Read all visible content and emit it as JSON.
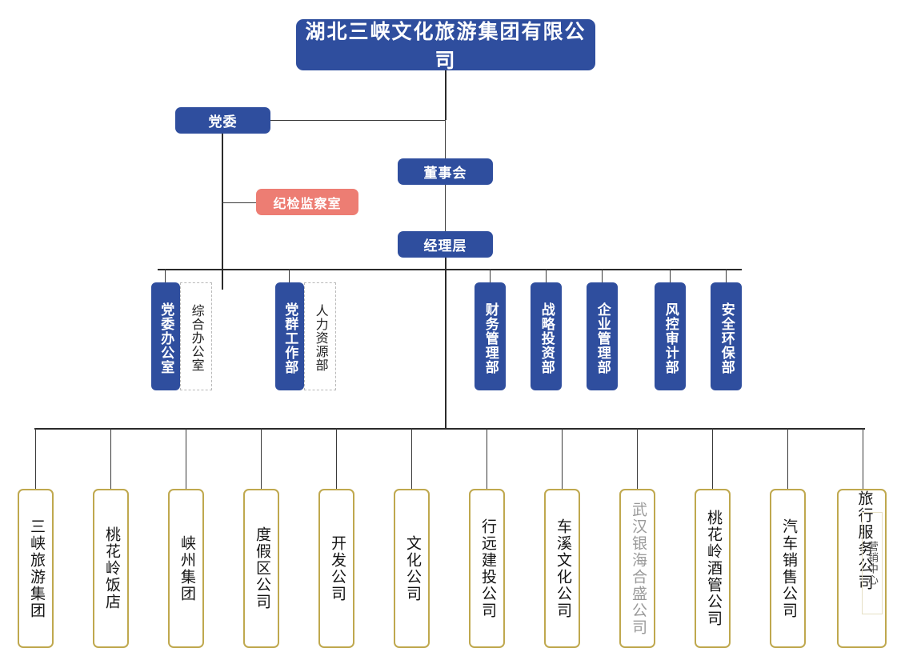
{
  "chart": {
    "type": "org-chart",
    "title": "湖北三峡文化旅游集团有限公司",
    "root": {
      "label": "湖北三峡文化旅游集团有限公司"
    },
    "governance": {
      "party_committee": {
        "label": "党委"
      },
      "discipline_office": {
        "label": "纪检监察室"
      },
      "board": {
        "label": "董事会"
      },
      "management": {
        "label": "经理层"
      }
    },
    "departments": [
      {
        "label": "党委办公室",
        "paired_label": "综合办公室",
        "style": "blue-with-dashed"
      },
      {
        "label": "党群工作部",
        "paired_label": "人力资源部",
        "style": "blue-with-dashed"
      },
      {
        "label": "财务管理部",
        "style": "blue"
      },
      {
        "label": "战略投资部",
        "style": "blue"
      },
      {
        "label": "企业管理部",
        "style": "blue"
      },
      {
        "label": "风控审计部",
        "style": "blue"
      },
      {
        "label": "安全环保部",
        "style": "blue"
      }
    ],
    "subsidiaries": [
      {
        "label": "三峡旅游集团"
      },
      {
        "label": "桃花岭饭店"
      },
      {
        "label": "峡州集团"
      },
      {
        "label": "度假区公司"
      },
      {
        "label": "开发公司"
      },
      {
        "label": "文化公司"
      },
      {
        "label": "行远建投公司"
      },
      {
        "label": "车溪文化公司"
      },
      {
        "label": "武汉银海合盛公司",
        "muted": true
      },
      {
        "label": "桃花岭酒管公司"
      },
      {
        "label": "汽车销售公司"
      },
      {
        "label": "旅行服务公司",
        "inner_label": "营销中心"
      }
    ],
    "colors": {
      "blue": "#2F4E9E",
      "salmon": "#ED7D73",
      "gold_border": "#BFA84E",
      "line": "#2b2b2b",
      "dashed_border": "#b8b8b8",
      "muted_text": "#9a9a9a",
      "background": "#ffffff"
    }
  }
}
